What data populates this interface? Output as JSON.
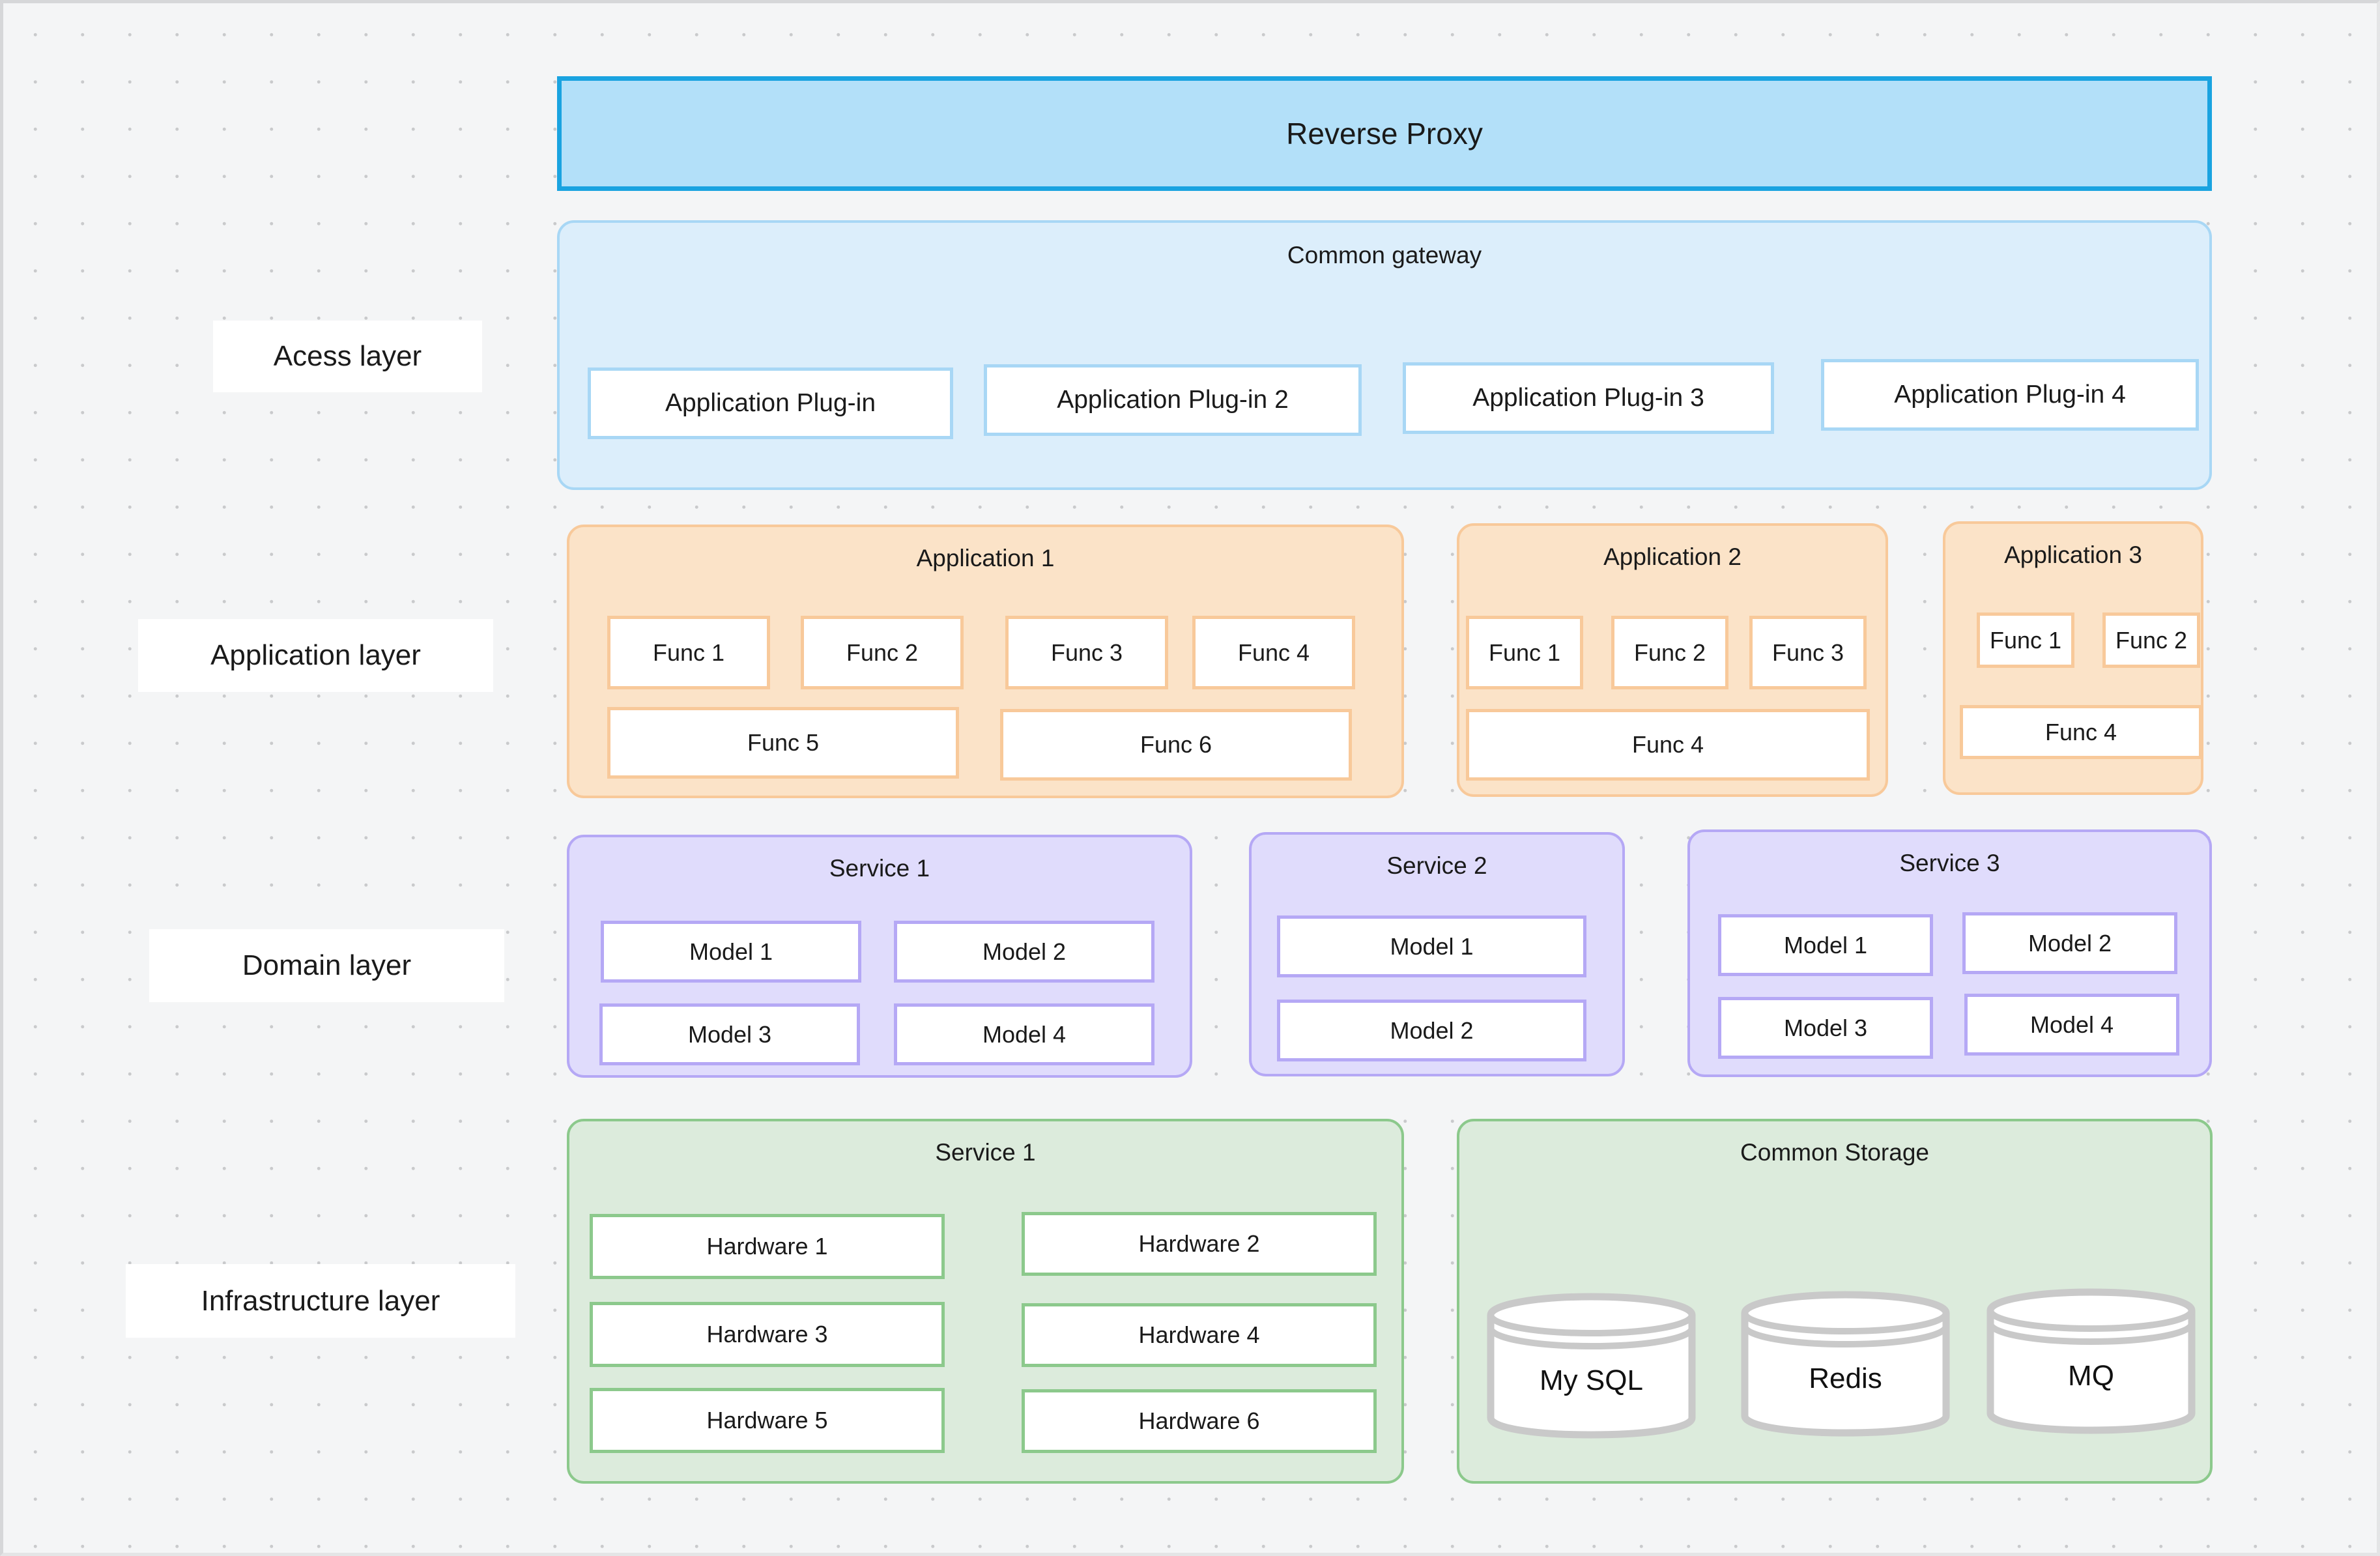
{
  "canvas": {
    "background_color": "#f4f5f6",
    "grid": "dot-grid"
  },
  "layer_labels": [
    {
      "text": "Acess layer"
    },
    {
      "text": "Application layer"
    },
    {
      "text": "Domain layer"
    },
    {
      "text": "Infrastructure layer"
    }
  ],
  "access_layer": {
    "reverse_proxy": {
      "label": "Reverse Proxy",
      "fill": "#b3e0f9",
      "border": "#1aa3e0"
    },
    "gateway": {
      "title": "Common gateway",
      "fill": "#dceefb",
      "border": "#a8d7f5",
      "plugins": [
        {
          "label": "Application Plug-in"
        },
        {
          "label": "Application Plug-in 2"
        },
        {
          "label": "Application Plug-in 3"
        },
        {
          "label": "Application Plug-in 4"
        }
      ]
    }
  },
  "application_layer": {
    "fill": "#fbe3c8",
    "border": "#f8c99a",
    "applications": [
      {
        "title": "Application 1",
        "funcs_row1": [
          "Func 1",
          "Func 2",
          "Func 3",
          "Func 4"
        ],
        "funcs_row2": [
          "Func 5",
          "Func 6"
        ]
      },
      {
        "title": "Application 2",
        "funcs_row1": [
          "Func 1",
          "Func 2",
          "Func 3"
        ],
        "funcs_row2": [
          "Func 4"
        ]
      },
      {
        "title": "Application 3",
        "funcs_row1": [
          "Func 1",
          "Func 2"
        ],
        "funcs_row2": [
          "Func 4"
        ]
      }
    ]
  },
  "domain_layer": {
    "fill": "#e0dcfc",
    "border": "#b5a8f5",
    "services": [
      {
        "title": "Service 1",
        "models_row1": [
          "Model 1",
          "Model 2"
        ],
        "models_row2": [
          "Model 3",
          "Model 4"
        ]
      },
      {
        "title": "Service 2",
        "models_row1": [
          "Model 1"
        ],
        "models_row2": [
          "Model 2"
        ]
      },
      {
        "title": "Service 3",
        "models_row1": [
          "Model 1",
          "Model 2"
        ],
        "models_row2": [
          "Model 3",
          "Model 4"
        ]
      }
    ]
  },
  "infrastructure_layer": {
    "fill": "#dcebdc",
    "border": "#8cc98c",
    "service": {
      "title": "Service 1",
      "hardware_left": [
        "Hardware 1",
        "Hardware 3",
        "Hardware 5"
      ],
      "hardware_right": [
        "Hardware 2",
        "Hardware 4",
        "Hardware 6"
      ]
    },
    "common_storage": {
      "title": "Common Storage",
      "databases": [
        {
          "label": "My SQL"
        },
        {
          "label": "Redis"
        },
        {
          "label": "MQ"
        }
      ]
    }
  }
}
